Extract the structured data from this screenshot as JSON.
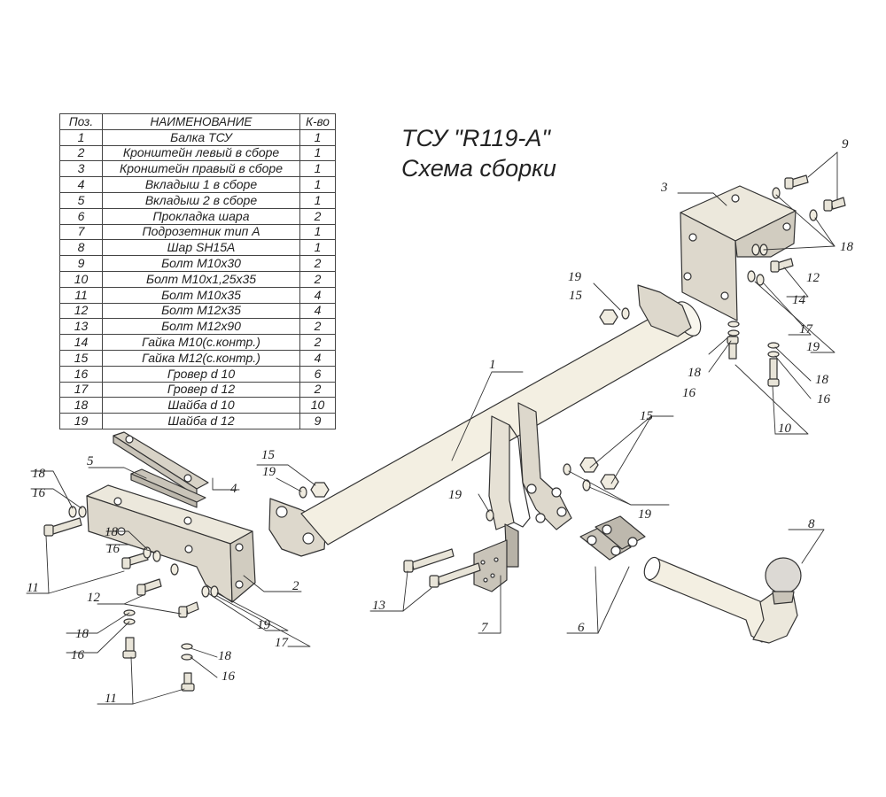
{
  "title": {
    "line1": "ТСУ \"R119-А\"",
    "line2": "Схема сборки"
  },
  "table": {
    "headers": {
      "pos": "Поз.",
      "name": "НАИМЕНОВАНИЕ",
      "qty": "К-во"
    },
    "rows": [
      {
        "pos": "1",
        "name": "Балка ТСУ",
        "qty": "1"
      },
      {
        "pos": "2",
        "name": "Кронштейн левый в сборе",
        "qty": "1"
      },
      {
        "pos": "3",
        "name": "Кронштейн правый в сборе",
        "qty": "1"
      },
      {
        "pos": "4",
        "name": "Вкладыш 1 в сборе",
        "qty": "1"
      },
      {
        "pos": "5",
        "name": "Вкладыш 2 в сборе",
        "qty": "1"
      },
      {
        "pos": "6",
        "name": "Прокладка шара",
        "qty": "2"
      },
      {
        "pos": "7",
        "name": "Подрозетник тип А",
        "qty": "1"
      },
      {
        "pos": "8",
        "name": "Шар SH15A",
        "qty": "1"
      },
      {
        "pos": "9",
        "name": "Болт М10х30",
        "qty": "2"
      },
      {
        "pos": "10",
        "name": "Болт М10х1,25х35",
        "qty": "2"
      },
      {
        "pos": "11",
        "name": "Болт М10х35",
        "qty": "4"
      },
      {
        "pos": "12",
        "name": "Болт М12х35",
        "qty": "4"
      },
      {
        "pos": "13",
        "name": "Болт М12х90",
        "qty": "2"
      },
      {
        "pos": "14",
        "name": "Гайка М10(с.контр.)",
        "qty": "2"
      },
      {
        "pos": "15",
        "name": "Гайка М12(с.контр.)",
        "qty": "4"
      },
      {
        "pos": "16",
        "name": "Гровер d 10",
        "qty": "6"
      },
      {
        "pos": "17",
        "name": "Гровер d 12",
        "qty": "2"
      },
      {
        "pos": "18",
        "name": "Шайба d 10",
        "qty": "10"
      },
      {
        "pos": "19",
        "name": "Шайба d 12",
        "qty": "9"
      }
    ]
  },
  "callouts": {
    "c1": "1",
    "c2": "2",
    "c3": "3",
    "c4": "4",
    "c5": "5",
    "c6": "6",
    "c7": "7",
    "c8": "8",
    "c9": "9",
    "c10": "10",
    "c11a": "11",
    "c11b": "11",
    "c12a": "12",
    "c12b": "12",
    "c13": "13",
    "c14": "14",
    "c15a": "15",
    "c15b": "15",
    "c15c": "15",
    "c16a": "16",
    "c16b": "16",
    "c16c": "16",
    "c16d": "16",
    "c16e": "16",
    "c16f": "16",
    "c17a": "17",
    "c17b": "17",
    "c18a": "18",
    "c18b": "18",
    "c18c": "18",
    "c18d": "18",
    "c18e": "18",
    "c18f": "18",
    "c18g": "18",
    "c19a": "19",
    "c19b": "19",
    "c19c": "19",
    "c19d": "19",
    "c19e": "19",
    "c19f": "19"
  },
  "colors": {
    "line": "#333333",
    "beam_fill": "#f3efe2",
    "bracket_fill": "#ddd8cc",
    "plate_fill": "#c9c4b9",
    "text": "#222222"
  }
}
